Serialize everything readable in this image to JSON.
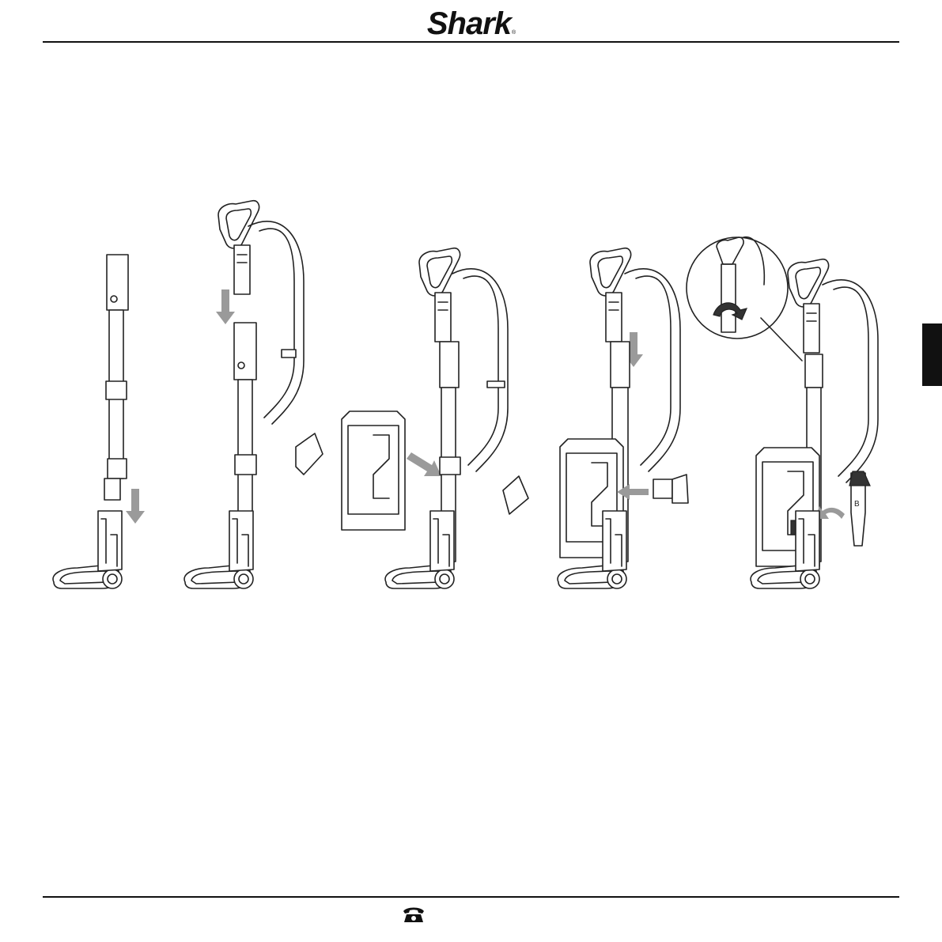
{
  "header": {
    "brand_logo_text": "Shark",
    "brand_registered_mark": "®"
  },
  "figures": [
    {
      "name": "step-1-wand-to-floor-nozzle",
      "parts": [
        "wand",
        "floor-nozzle",
        "down-arrow"
      ]
    },
    {
      "name": "step-2-handle-to-wand",
      "parts": [
        "handle-with-hose",
        "wand",
        "floor-nozzle",
        "down-arrow"
      ]
    },
    {
      "name": "step-3-pod-to-wand",
      "parts": [
        "pod",
        "handle-with-hose",
        "wand",
        "floor-nozzle",
        "diagonal-arrow"
      ]
    },
    {
      "name": "step-4-hose-to-pod",
      "parts": [
        "assembled-unit",
        "hose-end",
        "left-arrow",
        "down-arrow"
      ]
    },
    {
      "name": "step-5-accessory-storage",
      "parts": [
        "assembled-unit",
        "detail-inset",
        "crevice-tool",
        "curved-arrow"
      ]
    }
  ],
  "accessory_label": "B",
  "icons": {
    "footer_phone": "telephone-icon",
    "side_tab": "section-tab-marker"
  }
}
